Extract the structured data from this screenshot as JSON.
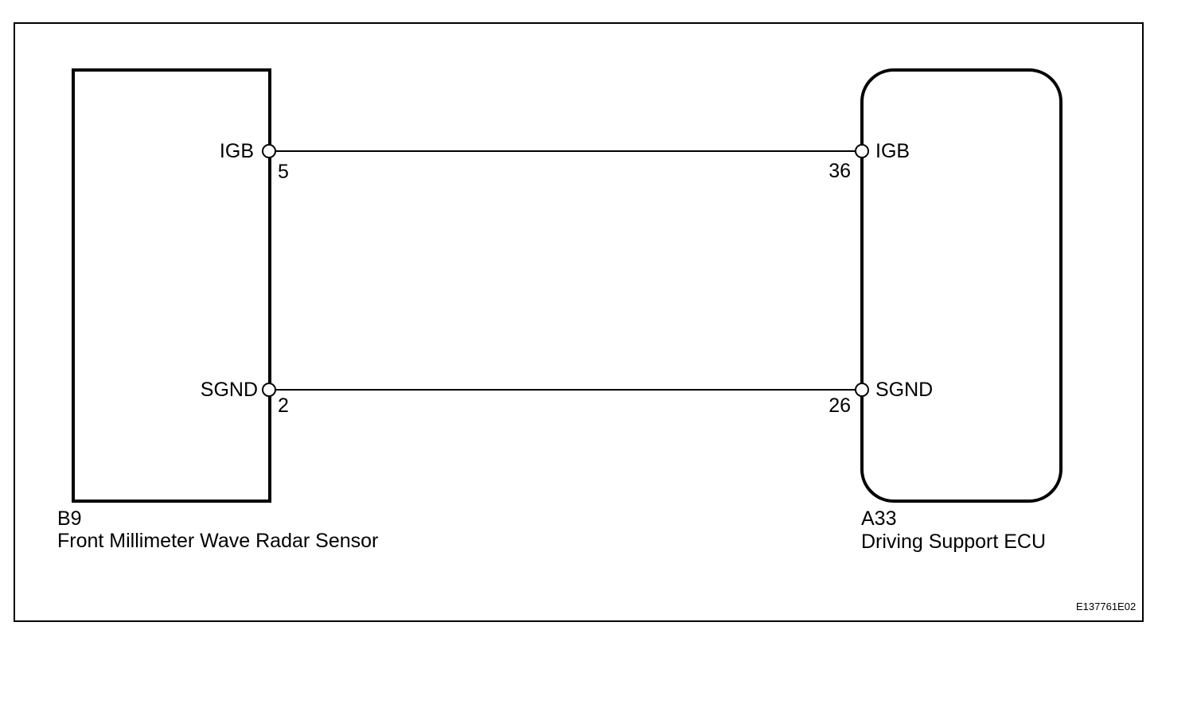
{
  "components": [
    {
      "code": "B9",
      "name": "Front Millimeter Wave Radar Sensor",
      "pins": [
        {
          "signal": "IGB",
          "number": "5"
        },
        {
          "signal": "SGND",
          "number": "2"
        }
      ]
    },
    {
      "code": "A33",
      "name": "Driving Support ECU",
      "pins": [
        {
          "signal": "IGB",
          "number": "36"
        },
        {
          "signal": "SGND",
          "number": "26"
        }
      ]
    }
  ],
  "wires": [
    {
      "from": "B9-5",
      "to": "A33-36",
      "signal": "IGB"
    },
    {
      "from": "B9-2",
      "to": "A33-26",
      "signal": "SGND"
    }
  ],
  "figure_id": "E137761E02"
}
